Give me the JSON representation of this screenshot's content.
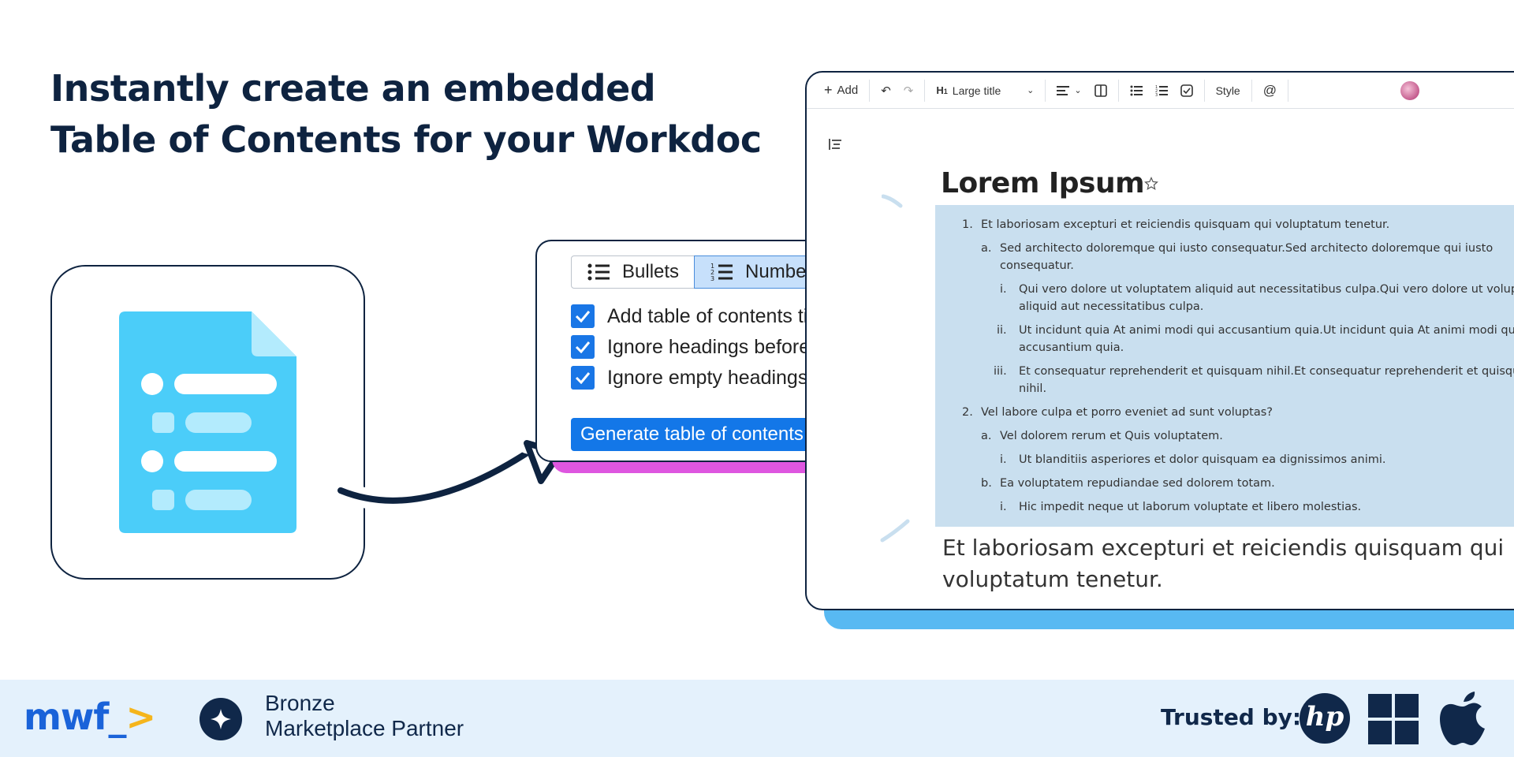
{
  "headline": {
    "line1": "Instantly create an embedded",
    "line2": "Table of Contents for your Workdoc"
  },
  "panel": {
    "seg_bullets": "Bullets",
    "seg_numbers": "Numbers",
    "opt1": "Add table of contents title",
    "opt2": "Ignore headings before this block",
    "opt3": "Ignore empty headings",
    "generate": "Generate table of contents"
  },
  "editor": {
    "toolbar": {
      "add": "Add",
      "heading_style": "Large title",
      "style": "Style",
      "mention": "@"
    },
    "title": "Lorem Ipsum",
    "toc": [
      {
        "n": "1.",
        "t": "Et laboriosam excepturi et reiciendis quisquam qui voluptatum tenetur."
      },
      {
        "n": "a.",
        "t": "Sed architecto doloremque qui iusto consequatur.Sed architecto doloremque qui iusto"
      },
      {
        "n": "",
        "t": "consequatur."
      },
      {
        "n": "i.",
        "t": "Qui vero dolore ut voluptatem aliquid aut necessitatibus culpa.Qui vero dolore ut volupta"
      },
      {
        "n": "",
        "t": "aliquid aut necessitatibus culpa."
      },
      {
        "n": "ii.",
        "t": "Ut incidunt quia At animi modi qui accusantium quia.Ut incidunt quia At animi modi qui"
      },
      {
        "n": "",
        "t": "accusantium quia."
      },
      {
        "n": "iii.",
        "t": "Et consequatur reprehenderit et quisquam nihil.Et consequatur reprehenderit et quisqua"
      },
      {
        "n": "",
        "t": "nihil."
      },
      {
        "n": "2.",
        "t": "Vel labore culpa et porro eveniet ad sunt voluptas?"
      },
      {
        "n": "a.",
        "t": "Vel dolorem rerum et Quis voluptatem."
      },
      {
        "n": "i.",
        "t": "Ut blanditiis asperiores et dolor quisquam ea dignissimos animi."
      },
      {
        "n": "b.",
        "t": "Ea voluptatem repudiandae sed dolorem totam."
      },
      {
        "n": "i.",
        "t": "Hic impedit neque ut laborum voluptate et libero molestias."
      }
    ],
    "body_line1": "Et laboriosam excepturi et reiciendis quisquam qui",
    "body_line2": "voluptatum tenetur."
  },
  "footer": {
    "logo_text": "mwf_",
    "logo_chevron": ">",
    "partner_line1": "Bronze",
    "partner_line2": "Marketplace Partner",
    "trusted": "Trusted by:",
    "hp_text": "hp"
  },
  "colors": {
    "navy": "#0e2340",
    "accent_blue": "#1377e8",
    "magenta": "#de56e0",
    "doc_icon": "#4bcdf9",
    "toc_bg": "#c9dfef",
    "footer_bg": "#e4f1fc",
    "logo_blue": "#1a63d9",
    "logo_yellow": "#f5b51c"
  },
  "icons": [
    "document-icon",
    "list-bullets-icon",
    "list-numbers-icon",
    "checkbox-checked-icon",
    "help-icon",
    "plus-icon",
    "undo-icon",
    "redo-icon",
    "heading-icon",
    "align-left-icon",
    "columns-icon",
    "checklist-icon",
    "avatar",
    "outline-icon",
    "star-icon",
    "sparkle-icon",
    "windows-icon",
    "apple-icon"
  ]
}
